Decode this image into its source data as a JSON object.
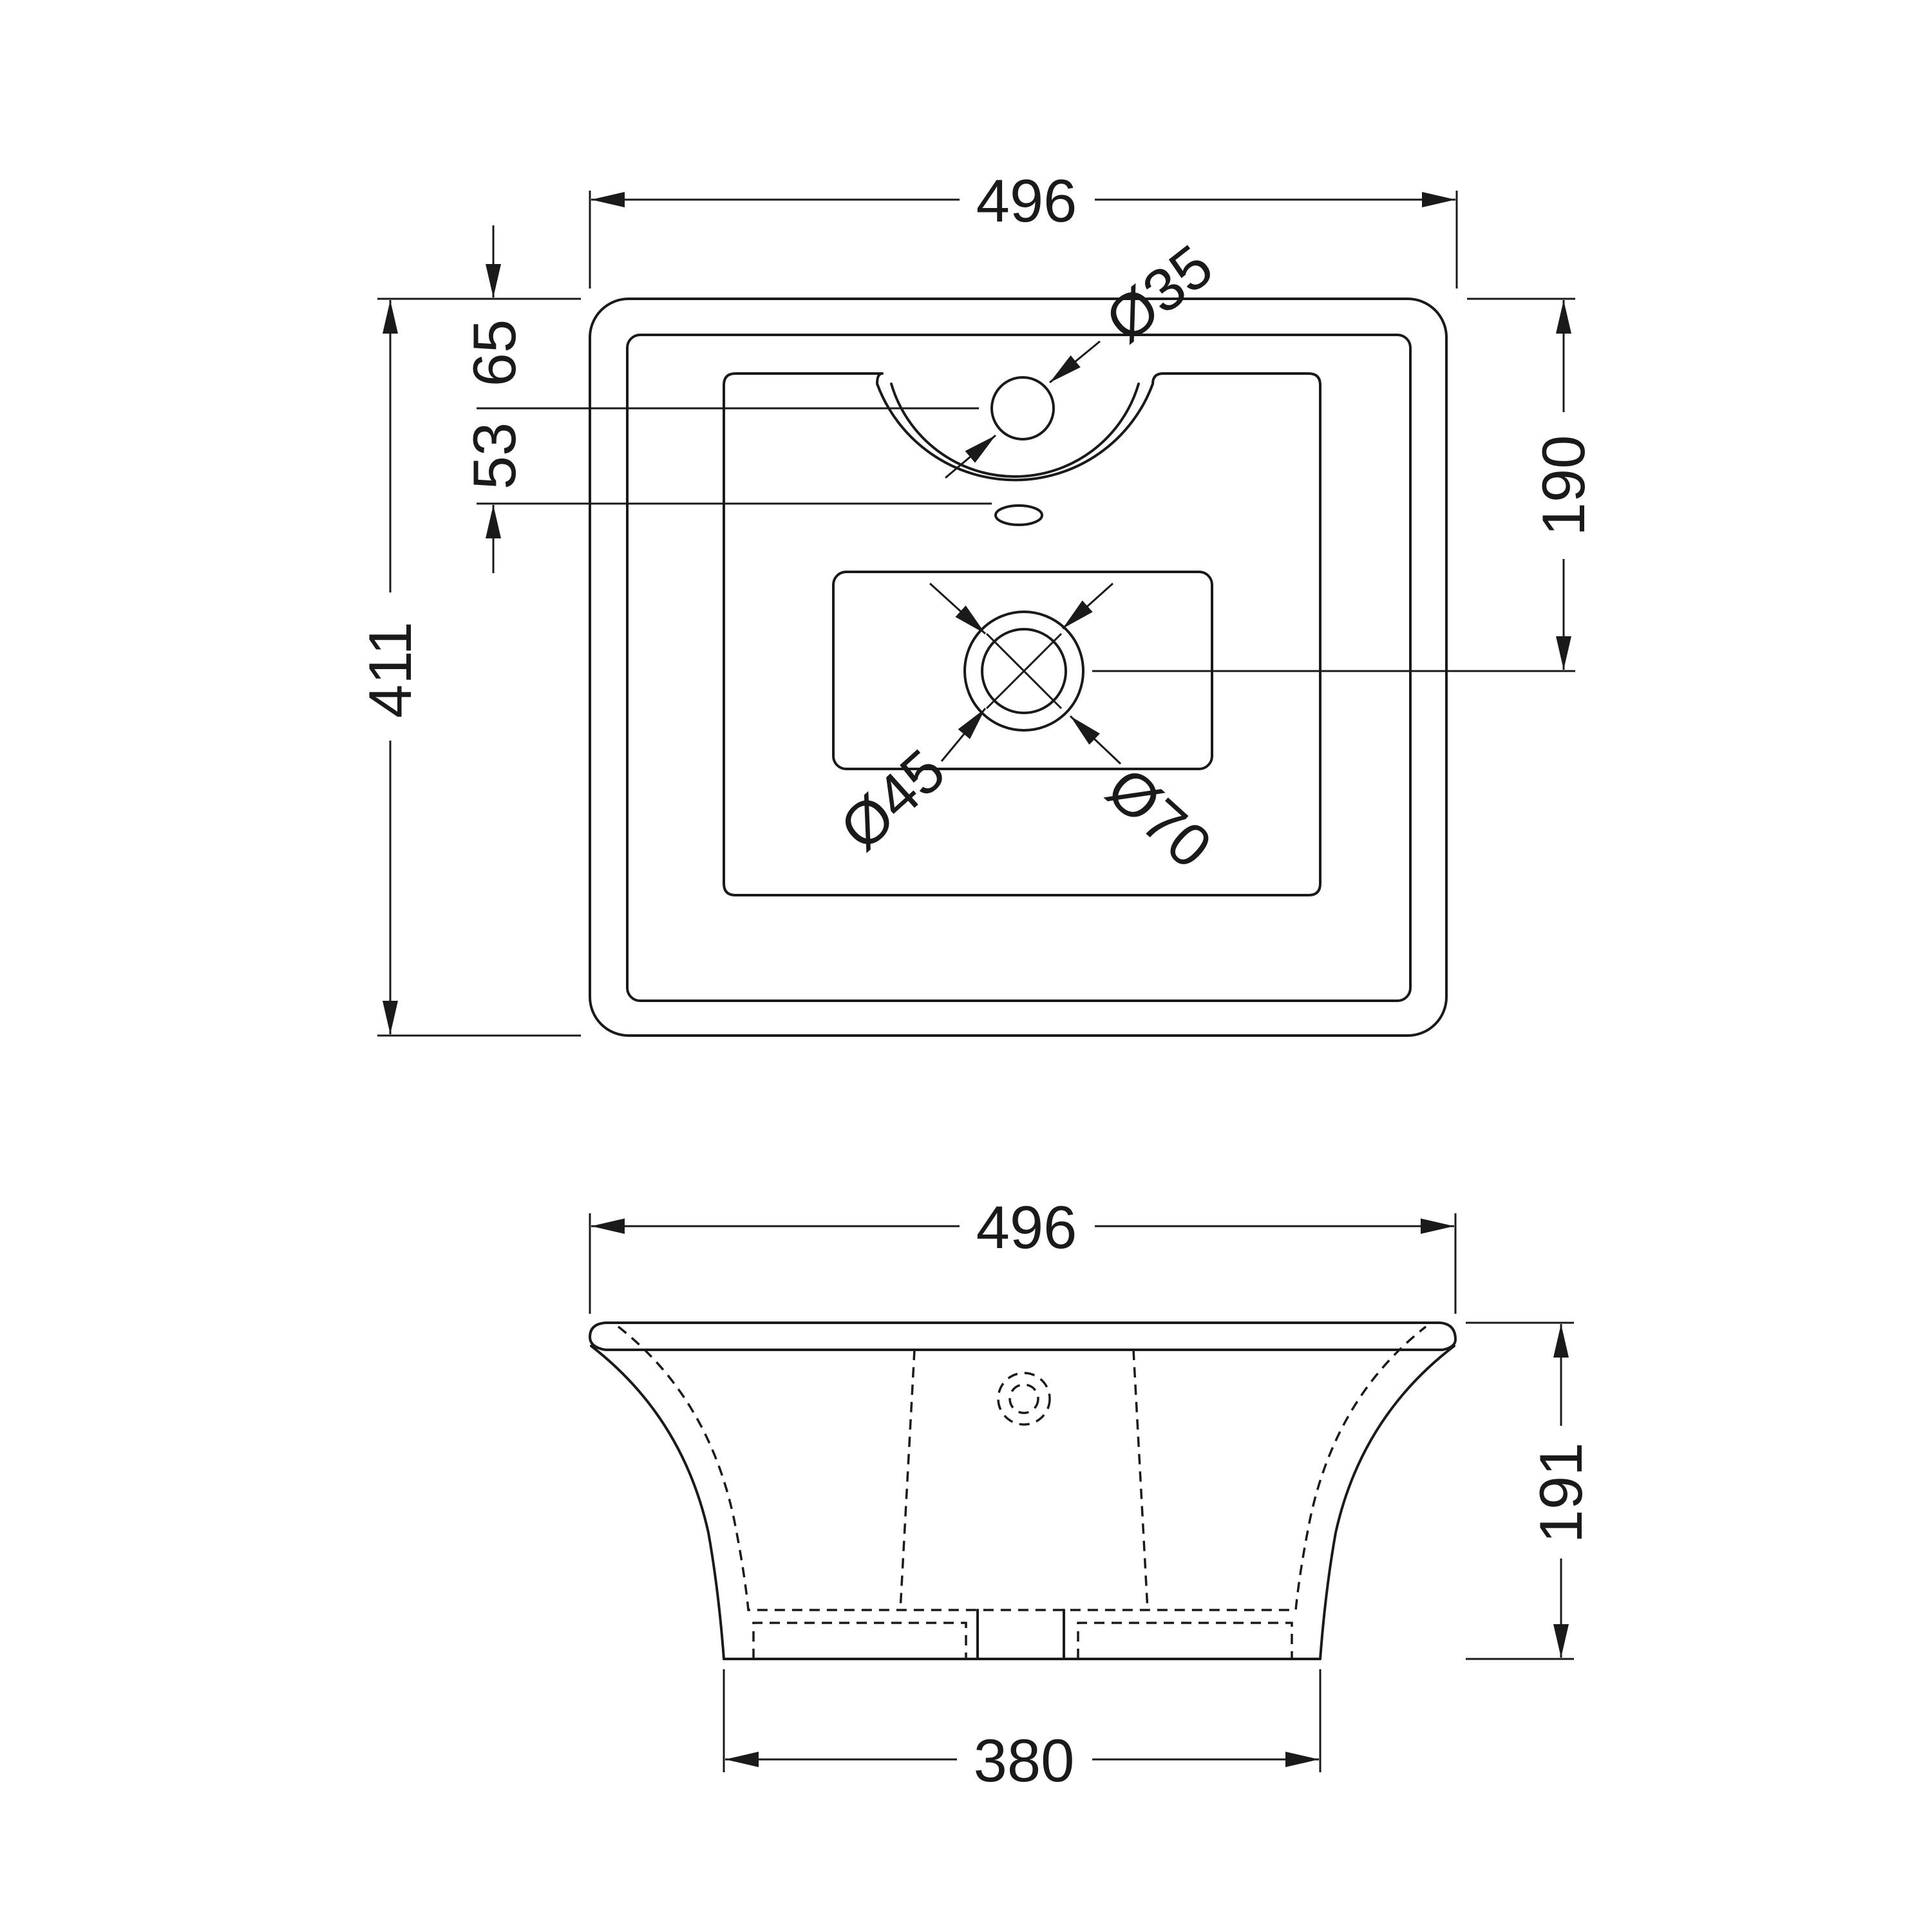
{
  "drawing": {
    "top_view": {
      "overall_width": "496",
      "overall_depth": "411",
      "tap_offset": "65",
      "overflow_offset": "53",
      "waste_offset": "190",
      "tap_hole_diameter": "Ø35",
      "waste_diameter": "Ø45",
      "waste_outer_diameter": "Ø70"
    },
    "side_view": {
      "overall_width": "496",
      "height": "191",
      "base_width": "380"
    }
  }
}
